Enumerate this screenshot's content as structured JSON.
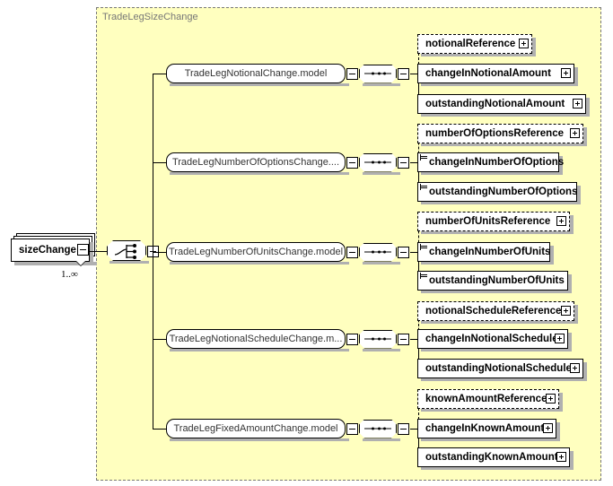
{
  "diagram": {
    "type": "xml-schema-diagram",
    "root": {
      "name": "sizeChange",
      "cardinality": "1..∞",
      "expander": "minus"
    },
    "group_panel": {
      "label": "TradeLegSizeChange"
    },
    "connector_root": {
      "icon": "choice-icon",
      "expander": "minus"
    },
    "branches": [
      {
        "model_label": "TradeLegNotionalChange.model",
        "model_expander": "minus",
        "sequence_icon": "sequence-icon",
        "sequence_expander": "minus",
        "children": [
          {
            "label": "notionalReference",
            "optional": true,
            "expander": "plus",
            "simple_type": false
          },
          {
            "label": "changeInNotionalAmount",
            "optional": false,
            "expander": "plus",
            "simple_type": false
          },
          {
            "label": "outstandingNotionalAmount",
            "optional": false,
            "expander": "plus",
            "simple_type": false
          }
        ]
      },
      {
        "model_label": "TradeLegNumberOfOptionsChange....",
        "model_expander": "minus",
        "sequence_icon": "sequence-icon",
        "sequence_expander": "minus",
        "children": [
          {
            "label": "numberOfOptionsReference",
            "optional": true,
            "expander": "plus",
            "simple_type": false
          },
          {
            "label": "changeInNumberOfOptions",
            "optional": false,
            "expander": "none",
            "simple_type": true
          },
          {
            "label": "outstandingNumberOfOptions",
            "optional": false,
            "expander": "none",
            "simple_type": true
          }
        ]
      },
      {
        "model_label": "TradeLegNumberOfUnitsChange.model",
        "model_expander": "minus",
        "sequence_icon": "sequence-icon",
        "sequence_expander": "minus",
        "children": [
          {
            "label": "numberOfUnitsReference",
            "optional": true,
            "expander": "plus",
            "simple_type": false
          },
          {
            "label": "changeInNumberOfUnits",
            "optional": false,
            "expander": "none",
            "simple_type": true
          },
          {
            "label": "outstandingNumberOfUnits",
            "optional": false,
            "expander": "none",
            "simple_type": true
          }
        ]
      },
      {
        "model_label": "TradeLegNotionalScheduleChange.m...",
        "model_expander": "minus",
        "sequence_icon": "sequence-icon",
        "sequence_expander": "minus",
        "children": [
          {
            "label": "notionalScheduleReference",
            "optional": true,
            "expander": "plus",
            "simple_type": false
          },
          {
            "label": "changeInNotionalSchedule",
            "optional": false,
            "expander": "plus",
            "simple_type": false
          },
          {
            "label": "outstandingNotionalSchedule",
            "optional": false,
            "expander": "plus",
            "simple_type": false
          }
        ]
      },
      {
        "model_label": "TradeLegFixedAmountChange.model",
        "model_expander": "minus",
        "sequence_icon": "sequence-icon",
        "sequence_expander": "minus",
        "children": [
          {
            "label": "knownAmountReference",
            "optional": true,
            "expander": "plus",
            "simple_type": false
          },
          {
            "label": "changeInKnownAmount",
            "optional": false,
            "expander": "plus",
            "simple_type": false
          },
          {
            "label": "outstandingKnownAmount",
            "optional": false,
            "expander": "plus",
            "simple_type": false
          }
        ]
      }
    ],
    "colors": {
      "panel_background": "#ffffbf",
      "panel_border": "#777777",
      "page_background": "#ffffff",
      "node_border": "#000000",
      "shadow": "#b0b0b0",
      "model_label_text": "#333333"
    }
  }
}
